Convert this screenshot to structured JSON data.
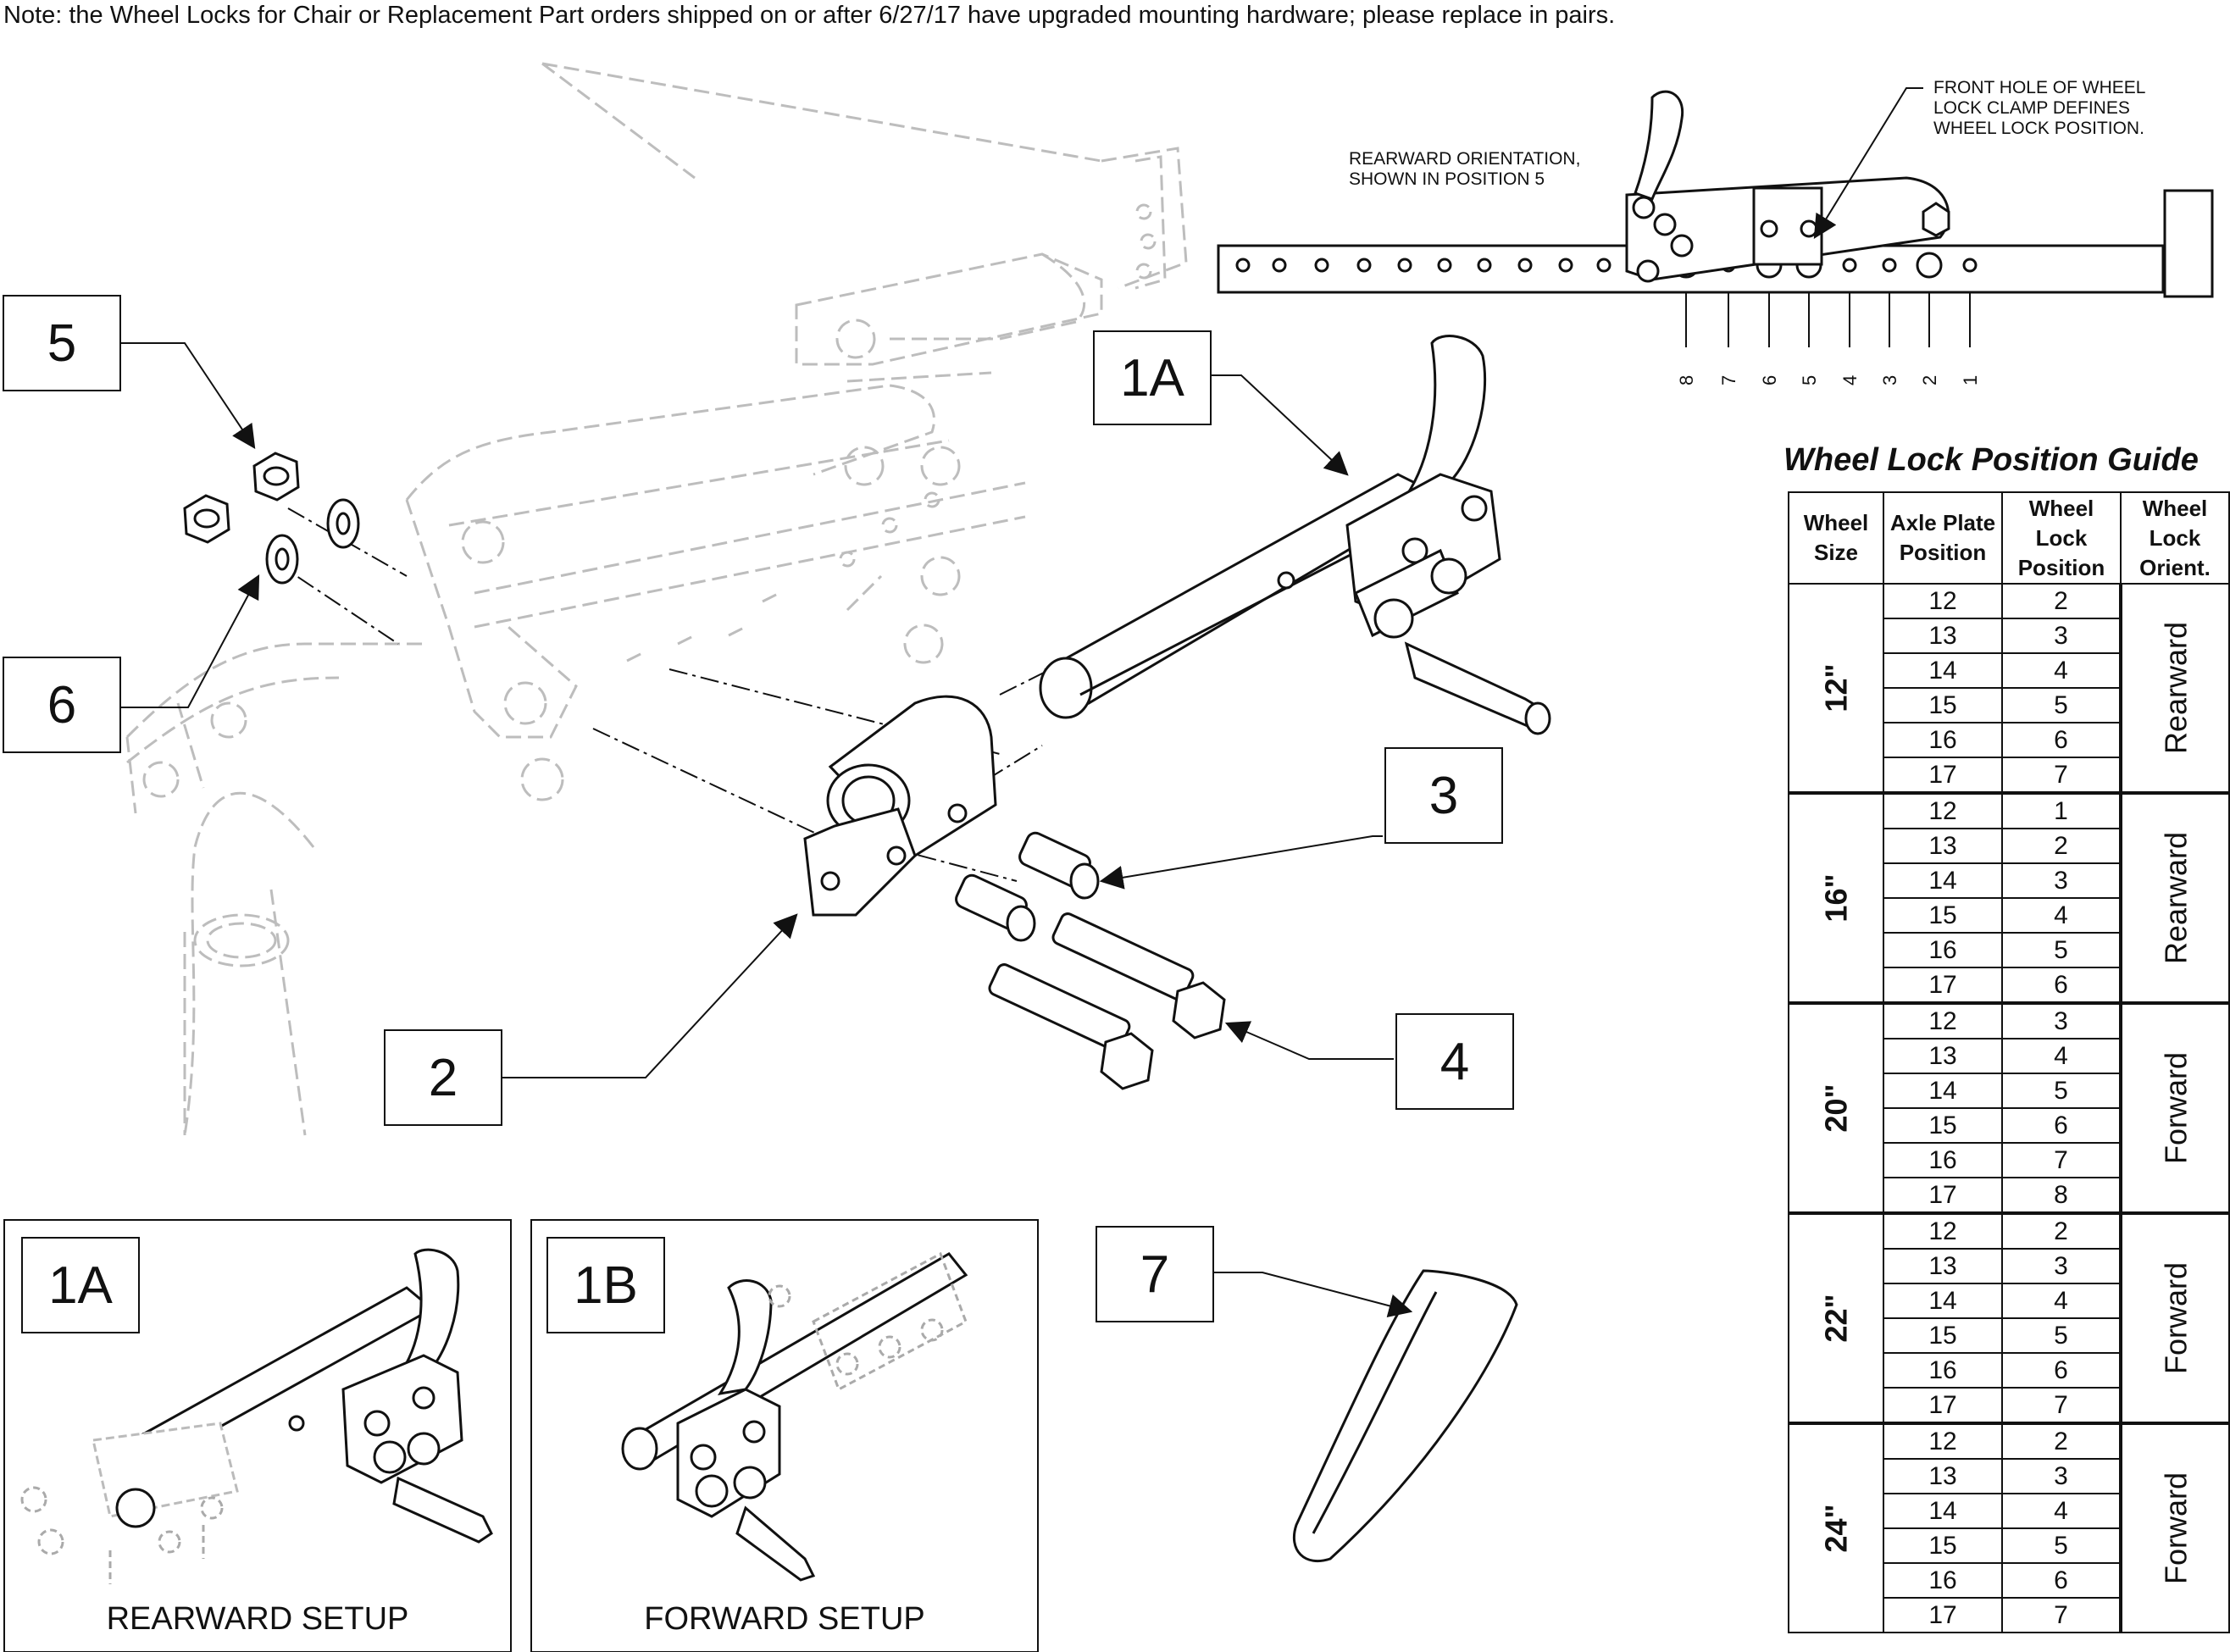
{
  "note": "Note: the Wheel Locks for Chair or Replacement Part orders shipped on or after 6/27/17 have upgraded mounting hardware; please replace in pairs.",
  "callouts": {
    "c5": "5",
    "c6": "6",
    "c1a": "1A",
    "c3": "3",
    "c2": "2",
    "c4": "4",
    "c7": "7",
    "inset_1a": "1A",
    "inset_1b": "1B"
  },
  "captions": {
    "rearward": "REARWARD SETUP",
    "forward": "FORWARD SETUP"
  },
  "axle_annotations": {
    "orientation": "REARWARD ORIENTATION,\nSHOWN IN POSITION 5",
    "front_hole": "FRONT HOLE OF WHEEL\nLOCK CLAMP DEFINES\nWHEEL LOCK POSITION."
  },
  "axle_position_labels": [
    "8",
    "7",
    "6",
    "5",
    "4",
    "3",
    "2",
    "1"
  ],
  "guide": {
    "title": "Wheel Lock Position Guide",
    "headers": [
      "Wheel Size",
      "Axle Plate Position",
      "Wheel Lock Position",
      "Wheel Lock Orient."
    ],
    "groups": [
      {
        "size": "12\"",
        "orient": "Rearward",
        "rows": [
          [
            "12",
            "2"
          ],
          [
            "13",
            "3"
          ],
          [
            "14",
            "4"
          ],
          [
            "15",
            "5"
          ],
          [
            "16",
            "6"
          ],
          [
            "17",
            "7"
          ]
        ]
      },
      {
        "size": "16\"",
        "orient": "Rearward",
        "rows": [
          [
            "12",
            "1"
          ],
          [
            "13",
            "2"
          ],
          [
            "14",
            "3"
          ],
          [
            "15",
            "4"
          ],
          [
            "16",
            "5"
          ],
          [
            "17",
            "6"
          ]
        ]
      },
      {
        "size": "20\"",
        "orient": "Forward",
        "rows": [
          [
            "12",
            "3"
          ],
          [
            "13",
            "4"
          ],
          [
            "14",
            "5"
          ],
          [
            "15",
            "6"
          ],
          [
            "16",
            "7"
          ],
          [
            "17",
            "8"
          ]
        ]
      },
      {
        "size": "22\"",
        "orient": "Forward",
        "rows": [
          [
            "12",
            "2"
          ],
          [
            "13",
            "3"
          ],
          [
            "14",
            "4"
          ],
          [
            "15",
            "5"
          ],
          [
            "16",
            "6"
          ],
          [
            "17",
            "7"
          ]
        ]
      },
      {
        "size": "24\"",
        "orient": "Forward",
        "rows": [
          [
            "12",
            "2"
          ],
          [
            "13",
            "3"
          ],
          [
            "14",
            "4"
          ],
          [
            "15",
            "5"
          ],
          [
            "16",
            "6"
          ],
          [
            "17",
            "7"
          ]
        ]
      }
    ]
  }
}
